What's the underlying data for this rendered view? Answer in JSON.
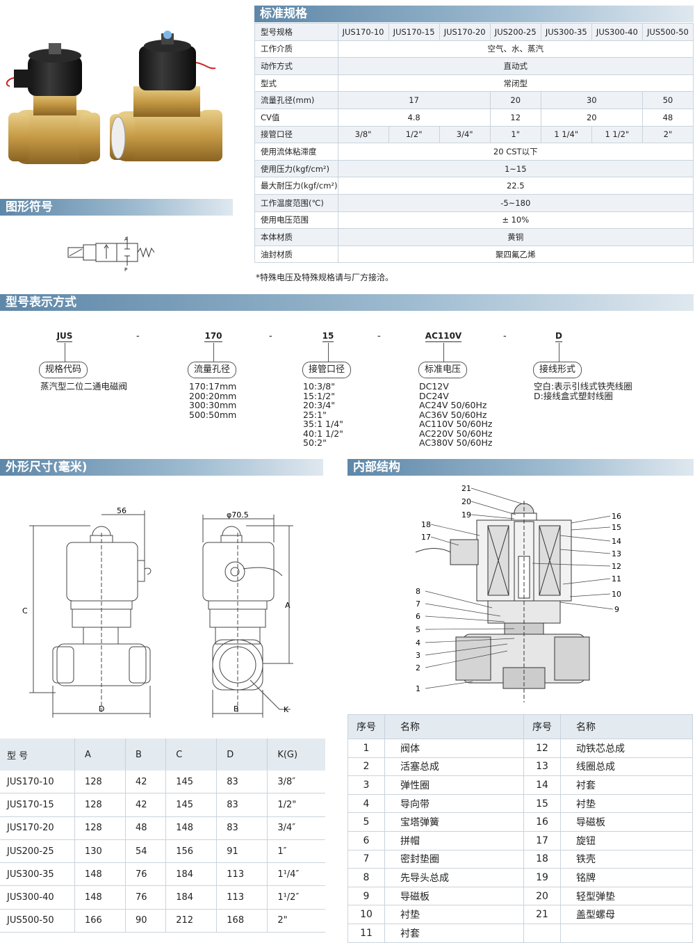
{
  "sections": {
    "spec": "标准规格",
    "symbol": "图形符号",
    "model_code": "型号表示方式",
    "dimensions": "外形尺寸(毫米)",
    "structure": "内部结构"
  },
  "spec_table": {
    "header_label": "型号规格",
    "models": [
      "JUS170-10",
      "JUS170-15",
      "JUS170-20",
      "JUS200-25",
      "JUS300-35",
      "JUS300-40",
      "JUS500-50"
    ],
    "medium": {
      "label": "工作介质",
      "value": "空气、水、蒸汽"
    },
    "action": {
      "label": "动作方式",
      "value": "直动式"
    },
    "type": {
      "label": "型式",
      "value": "常闭型"
    },
    "orifice": {
      "label": "流量孔径(mm)",
      "v1": "17",
      "v2": "20",
      "v3": "30",
      "v4": "50"
    },
    "cv": {
      "label": "CV值",
      "v1": "4.8",
      "v2": "12",
      "v3": "20",
      "v4": "48"
    },
    "port": {
      "label": "接管口径",
      "values": [
        "3/8\"",
        "1/2\"",
        "3/4\"",
        "1\"",
        "1 1/4\"",
        "1 1/2\"",
        "2\""
      ]
    },
    "viscosity": {
      "label": "使用流体粘滞度",
      "value": "20 CST以下"
    },
    "pressure": {
      "label": "使用压力(kgf/cm²)",
      "value": "1~15"
    },
    "max_pressure": {
      "label": "最大耐压力(kgf/cm²)",
      "value": "22.5"
    },
    "temperature": {
      "label": "工作温度范围(℃)",
      "value": "-5~180"
    },
    "voltage": {
      "label": "使用电压范围",
      "value": "± 10%"
    },
    "body": {
      "label": "本体材质",
      "value": "黄铜"
    },
    "seal": {
      "label": "油封材质",
      "value": "聚四氟乙烯"
    },
    "note": "*特殊电压及特殊规格请与厂方接洽。"
  },
  "symbol_labels": {
    "a": "A",
    "p": "P"
  },
  "model_code": {
    "codes": [
      "JUS",
      "170",
      "15",
      "AC110V",
      "D"
    ],
    "dash": "-",
    "pills": [
      "规格代码",
      "流量孔径",
      "接管口径",
      "标准电压",
      "接线形式"
    ],
    "desc": [
      "蒸汽型二位二通电磁阀",
      "170:17mm\n200:20mm\n300:30mm\n500:50mm",
      "10:3/8\"\n15:1/2\"\n20:3/4\"\n25:1\"\n35:1 1/4\"\n40:1 1/2\"\n50:2\"",
      "DC12V\nDC24V\nAC24V 50/60Hz\nAC36V 50/60Hz\nAC110V 50/60Hz\nAC220V 50/60Hz\nAC380V 50/60Hz",
      "空白:表示引线式铁壳线圈\nD:接线盒式塑封线圈"
    ]
  },
  "drawing_labels": {
    "dim56": "56",
    "phi": "φ70.5",
    "c": "C",
    "a": "A",
    "d": "D",
    "b": "B",
    "k": "K",
    "numbers": [
      "21",
      "20",
      "19",
      "18",
      "17",
      "16",
      "15",
      "14",
      "13",
      "12",
      "11",
      "10",
      "9",
      "8",
      "7",
      "6",
      "5",
      "4",
      "3",
      "2",
      "1"
    ]
  },
  "dim_table": {
    "headers": [
      "型 号",
      "A",
      "B",
      "C",
      "D",
      "K(G)"
    ],
    "rows": [
      [
        "JUS170-10",
        "128",
        "42",
        "145",
        "83",
        "3/8″"
      ],
      [
        "JUS170-15",
        "128",
        "42",
        "145",
        "83",
        "1/2\""
      ],
      [
        "JUS170-20",
        "128",
        "48",
        "148",
        "83",
        "3/4″"
      ],
      [
        "JUS200-25",
        "130",
        "54",
        "156",
        "91",
        "1″"
      ],
      [
        "JUS300-35",
        "148",
        "76",
        "184",
        "113",
        "1¹/4″"
      ],
      [
        "JUS300-40",
        "148",
        "76",
        "184",
        "113",
        "1¹/2″"
      ],
      [
        "JUS500-50",
        "166",
        "90",
        "212",
        "168",
        "2\""
      ]
    ]
  },
  "parts_table": {
    "headers": [
      "序号",
      "名称",
      "序号",
      "名称"
    ],
    "rows": [
      [
        "1",
        "阀体",
        "12",
        "动铁芯总成"
      ],
      [
        "2",
        "活塞总成",
        "13",
        "线圈总成"
      ],
      [
        "3",
        "弹性圈",
        "14",
        "衬套"
      ],
      [
        "4",
        "导向带",
        "15",
        "衬垫"
      ],
      [
        "5",
        "宝塔弹簧",
        "16",
        "导磁板"
      ],
      [
        "6",
        "拼帽",
        "17",
        "旋钮"
      ],
      [
        "7",
        "密封垫圈",
        "18",
        "铁壳"
      ],
      [
        "8",
        "先导头总成",
        "19",
        "铭牌"
      ],
      [
        "9",
        "导磁板",
        "20",
        "轻型弹垫"
      ],
      [
        "10",
        "衬垫",
        "21",
        "盖型螺母"
      ],
      [
        "11",
        "衬套",
        "",
        ""
      ]
    ]
  },
  "colors": {
    "accent": "#5e87a8",
    "brass": "#c9a45a",
    "coil": "#1e1e1e"
  }
}
